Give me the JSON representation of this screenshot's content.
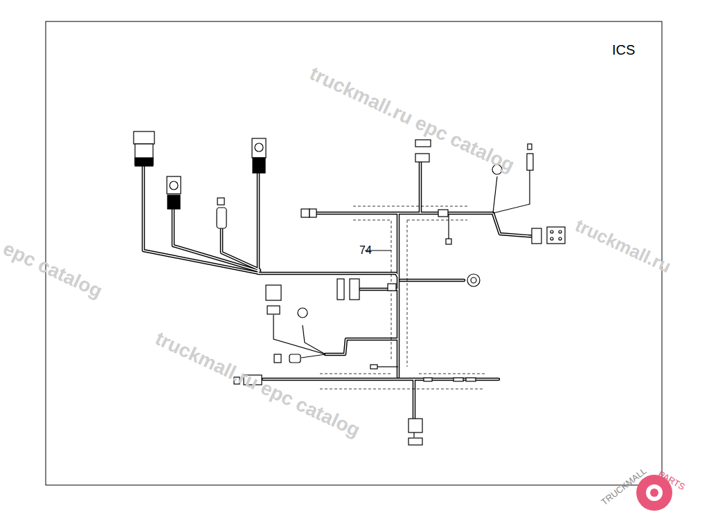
{
  "diagram": {
    "labels": [
      "ICS",
      "74",
      "truckmall.ru epc catalog",
      "truckmall.ru",
      "epc catalog",
      "truckmall.ru epc catalog",
      "TRUCKMALL",
      "PARTS"
    ]
  }
}
